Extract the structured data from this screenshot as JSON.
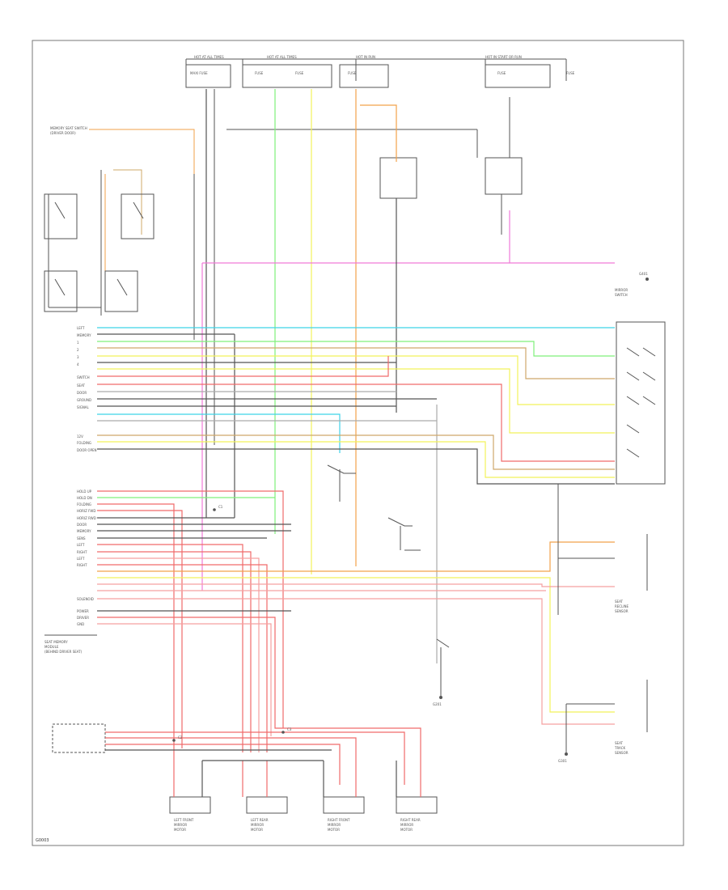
{
  "diagram": {
    "stamp": "G0003",
    "colors": {
      "border": "#666666",
      "wire_black": "#555555",
      "light_blue": "#3fd3e8",
      "green": "#7ff07a",
      "yellow": "#f2f25a",
      "orange": "#f2a24a",
      "tan": "#cfa86a",
      "pink": "#f07ad8",
      "red": "#f06a6a",
      "light_red": "#f5a0a0"
    },
    "top_labels": [
      "HOT AT ALL TIMES",
      "HOT AT ALL TIMES",
      "HOT IN RUN",
      "HOT IN START OR RUN",
      "MAXI FUSE",
      "FUSE",
      "FUSE",
      "FUSE",
      "FUSE",
      "FUSE"
    ],
    "module_pins_upper": [
      "LEFT",
      "MEMORY",
      "1",
      "2",
      "3",
      "4",
      "SWITCH",
      "SEAT",
      "DOOR",
      "GROUND",
      "SIGNAL",
      "12V",
      "FOLDING",
      "DOOR OPEN"
    ],
    "module_pins_lower": [
      "HOLD UP",
      "HOLD DN",
      "FOLDING",
      "HORIZ FWD",
      "HORIZ RWD",
      "DOOR",
      "MEMORY",
      "SENS",
      "LEFT",
      "RIGHT",
      "LEFT",
      "RIGHT",
      "SOLENOID",
      "POWER",
      "DRIVER",
      "GND"
    ],
    "module_caption": [
      "SEAT MEMORY",
      "MODULE",
      "(BEHIND DRIVER SEAT)"
    ],
    "memory_switch_caption": [
      "MEMORY SEAT SWITCH",
      "(DRIVER DOOR)"
    ],
    "mirror_switch_caption": [
      "MIRROR",
      "SWITCH"
    ],
    "motor_labels": [
      [
        "LEFT FRONT",
        "MIRROR",
        "MOTOR"
      ],
      [
        "LEFT REAR",
        "MIRROR",
        "MOTOR"
      ],
      [
        "RIGHT FRONT",
        "MIRROR",
        "MOTOR"
      ],
      [
        "RIGHT REAR",
        "MIRROR",
        "MOTOR"
      ]
    ],
    "sensor_labels": [
      [
        "SEAT",
        "RECLINE",
        "SENSOR"
      ],
      [
        "SEAT",
        "TRACK",
        "SENSOR"
      ]
    ],
    "ground_labels": [
      "G201",
      "G301",
      "G401"
    ],
    "splice_labels": [
      "C1",
      "C2",
      "C3"
    ]
  }
}
